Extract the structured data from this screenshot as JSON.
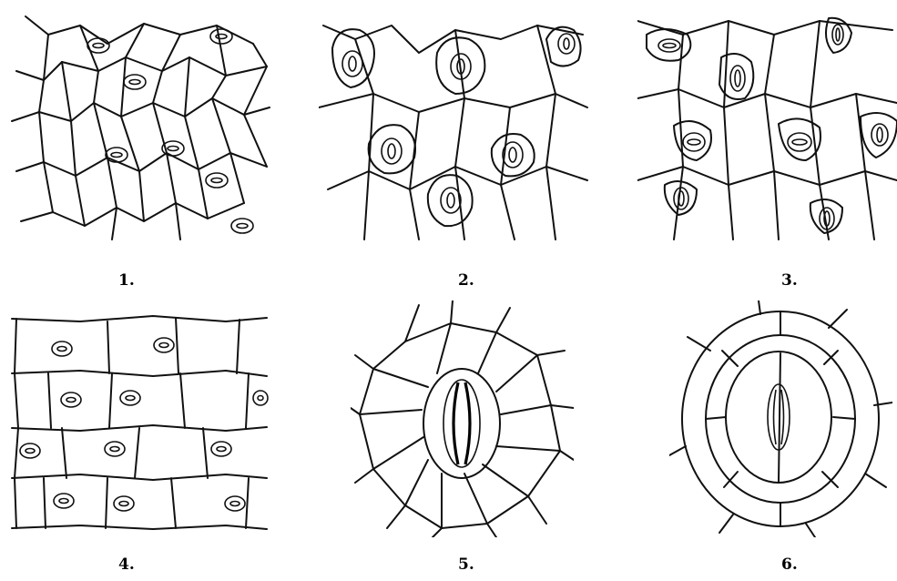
{
  "figure": {
    "panels": [
      {
        "label": "1."
      },
      {
        "label": "2."
      },
      {
        "label": "3."
      },
      {
        "label": "4."
      },
      {
        "label": "5."
      },
      {
        "label": "6."
      }
    ]
  }
}
